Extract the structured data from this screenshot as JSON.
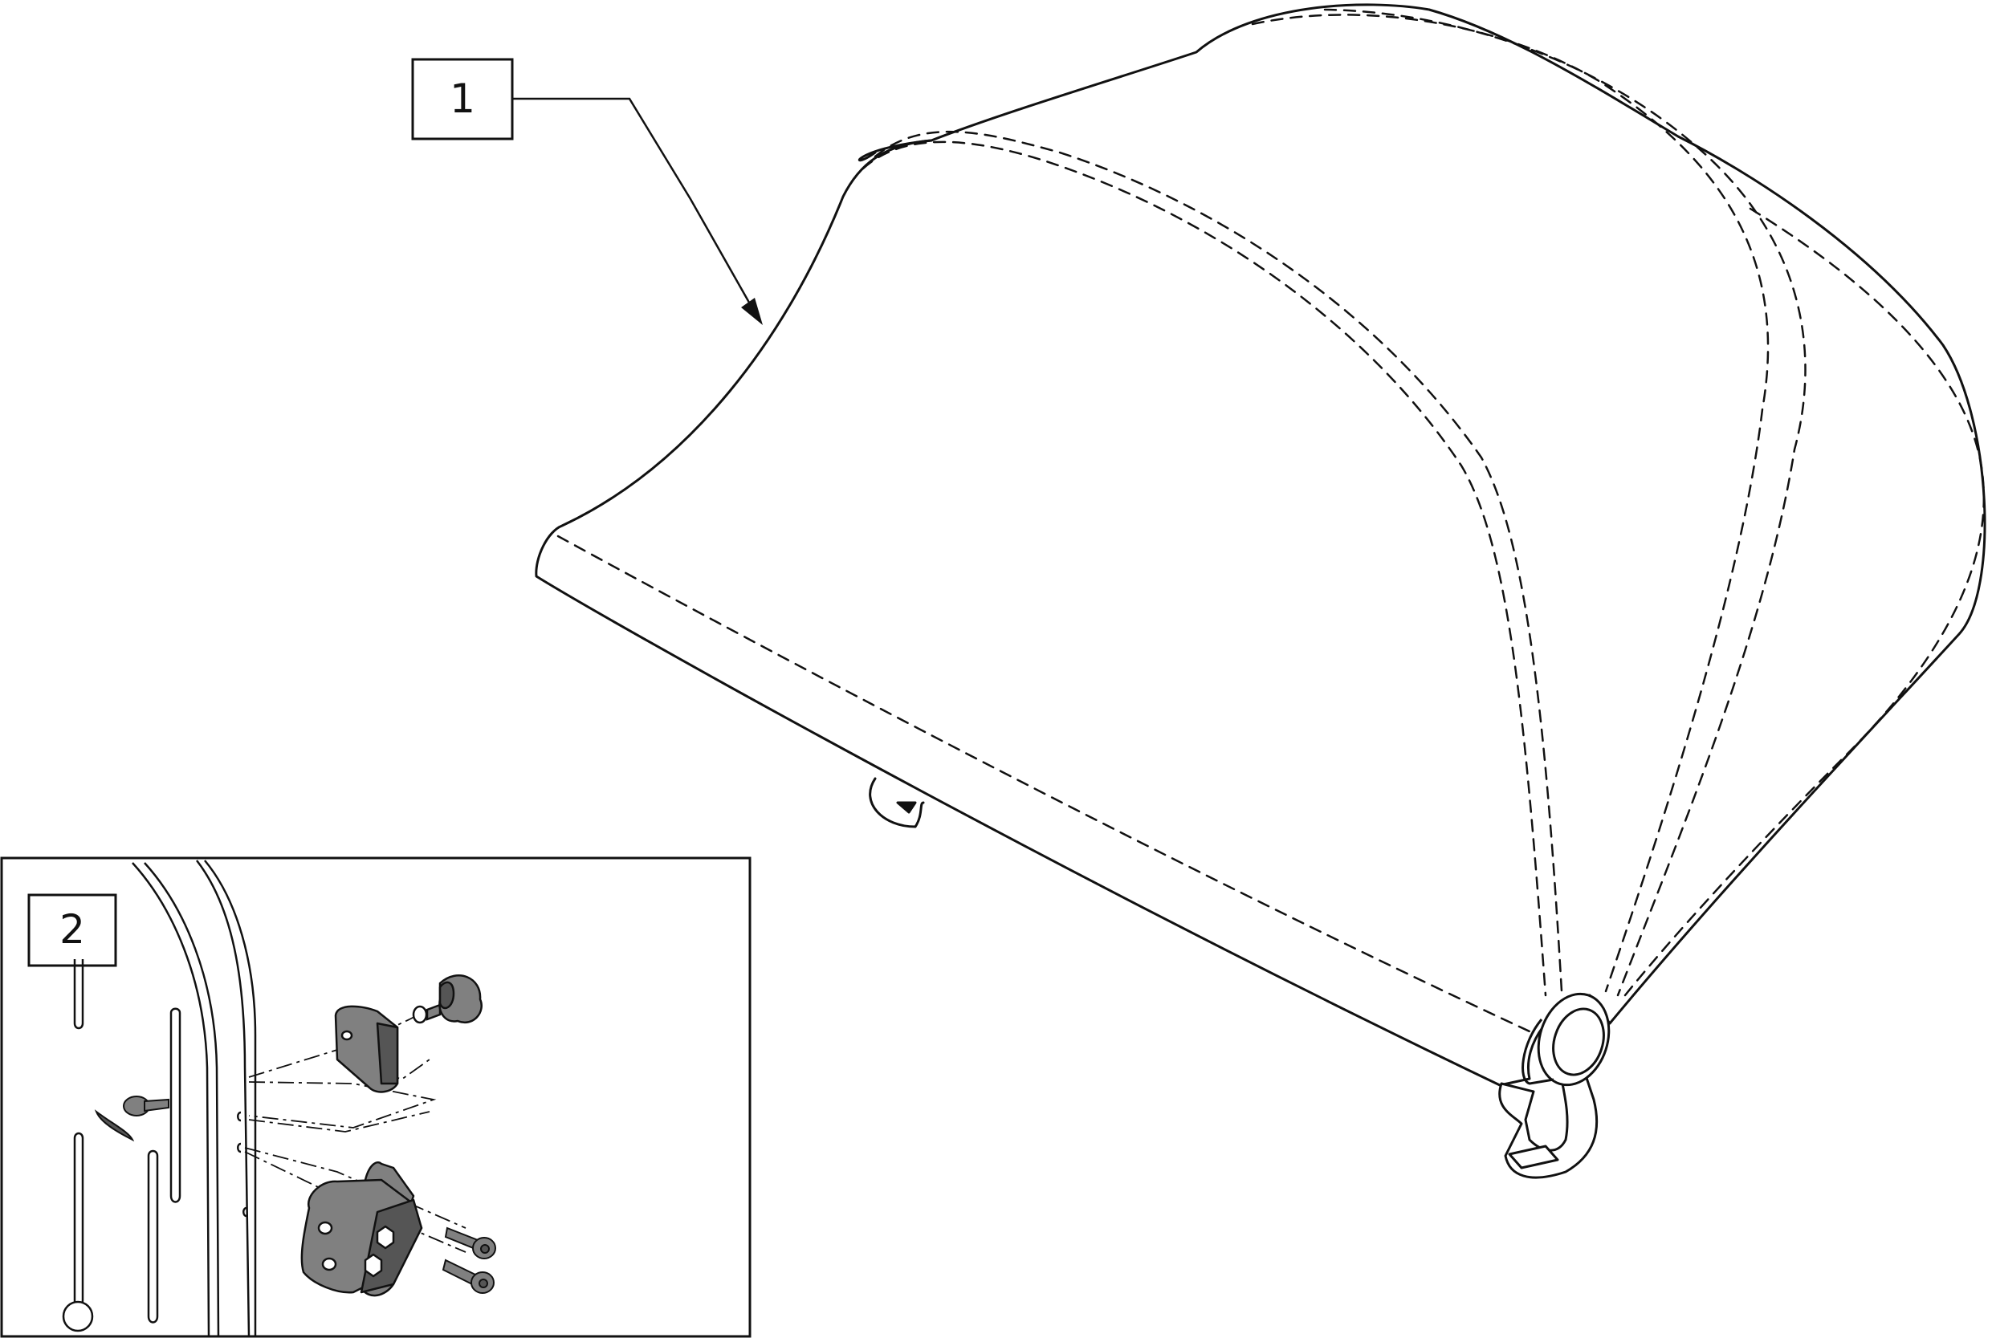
{
  "callouts": [
    {
      "id": "1",
      "label": "1",
      "part": "canopy"
    },
    {
      "id": "2",
      "label": "2",
      "part": "mounting-hardware-detail"
    }
  ],
  "colors": {
    "line": "#111111",
    "part_fill": "#808080",
    "part_dark": "#555555",
    "background": "#ffffff"
  }
}
